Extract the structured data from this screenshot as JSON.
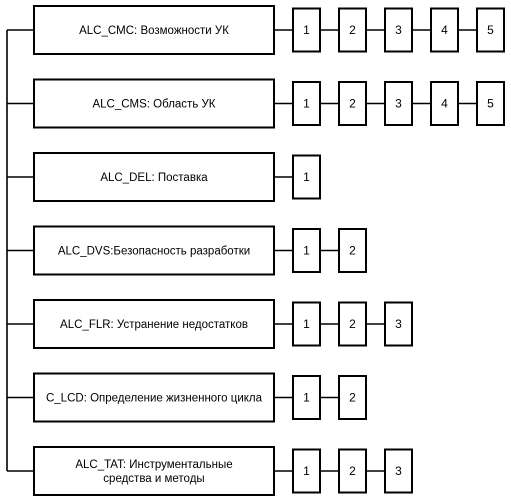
{
  "families": [
    {
      "lines": [
        "ALC_CMC: Возможности УК"
      ],
      "levels": [
        "1",
        "2",
        "3",
        "4",
        "5"
      ]
    },
    {
      "lines": [
        "ALC_CMS: Область УК"
      ],
      "levels": [
        "1",
        "2",
        "3",
        "4",
        "5"
      ]
    },
    {
      "lines": [
        "ALC_DEL: Поставка"
      ],
      "levels": [
        "1"
      ]
    },
    {
      "lines": [
        "ALC_DVS:Безопасность разработки"
      ],
      "levels": [
        "1",
        "2"
      ]
    },
    {
      "lines": [
        "ALC_FLR: Устранение недостатков"
      ],
      "levels": [
        "1",
        "2",
        "3"
      ]
    },
    {
      "lines": [
        "C_LCD: Определение жизненного цикла"
      ],
      "levels": [
        "1",
        "2"
      ]
    },
    {
      "lines": [
        "ALC_TAT: Инструментальные",
        "средства и методы"
      ],
      "levels": [
        "1",
        "2",
        "3"
      ]
    }
  ]
}
